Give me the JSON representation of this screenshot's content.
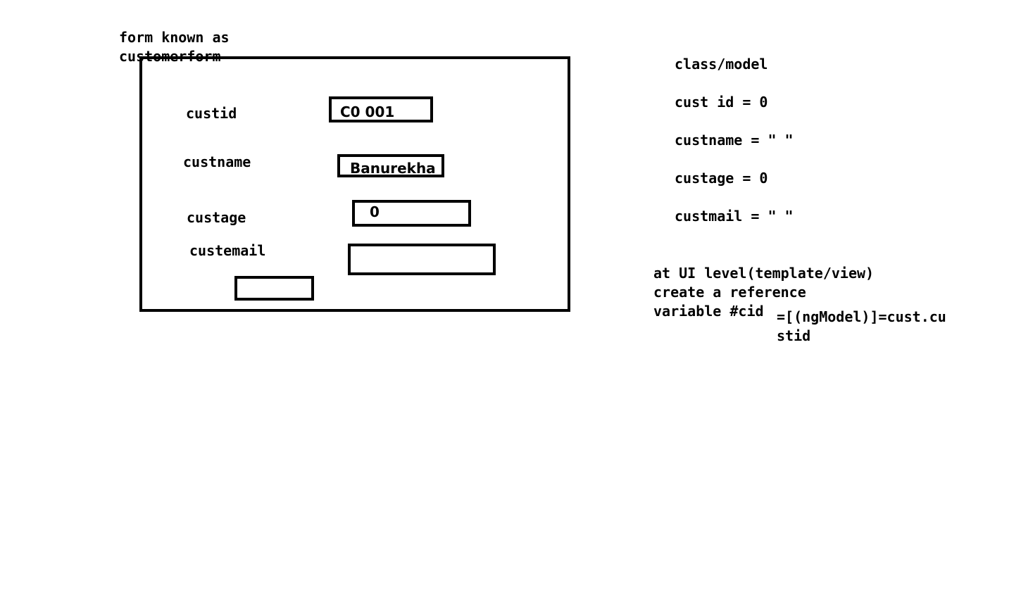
{
  "form": {
    "caption_line1": "form known as",
    "caption_line2": "customerform",
    "fields": [
      {
        "label": "custid",
        "value": "C0 001"
      },
      {
        "label": "custname",
        "value": "Banurekha"
      },
      {
        "label": "custage",
        "value": "0"
      },
      {
        "label": "custemail",
        "value": ""
      }
    ],
    "button_label": ""
  },
  "model": {
    "title": "class/model",
    "lines": [
      "cust id = 0",
      "custname = \" \"",
      "custage = 0",
      "custmail = \" \""
    ]
  },
  "ui_note": {
    "line1": "at UI level(template/view)",
    "line2": "create a reference",
    "line3": "variable #cid",
    "binding_line1": "=[(ngModel)]=cust.cu",
    "binding_line2": "stid"
  }
}
